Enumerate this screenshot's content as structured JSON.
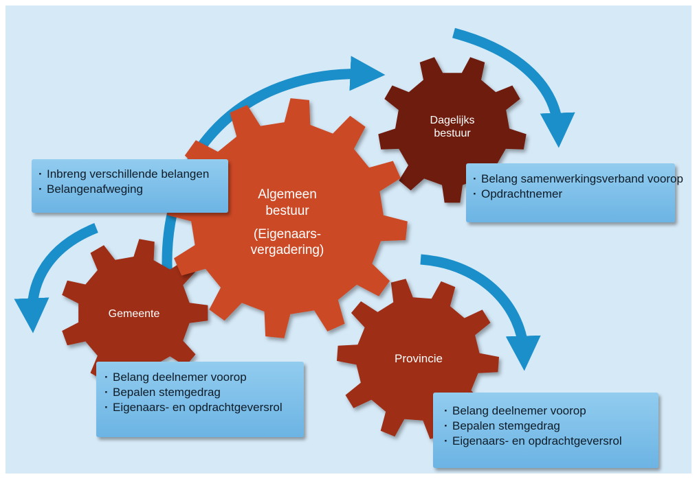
{
  "gears": [
    {
      "id": "algemeen",
      "lines": [
        "Algemeen",
        "bestuur",
        "(Eigenaars-",
        "vergadering)"
      ],
      "color": "#cc4a26"
    },
    {
      "id": "dagelijks",
      "lines": [
        "Dagelijks",
        "bestuur"
      ],
      "color": "#6e1a0c"
    },
    {
      "id": "gemeente",
      "lines": [
        "Gemeente"
      ],
      "color": "#9e2e17"
    },
    {
      "id": "provincie",
      "lines": [
        "Provincie"
      ],
      "color": "#9e2e17"
    }
  ],
  "boxes": {
    "algemeen": [
      "Inbreng verschillende belangen",
      "Belangenafweging"
    ],
    "dagelijks": [
      "Belang samenwerkingsverband voorop",
      "Opdrachtnemer"
    ],
    "gemeente": [
      "Belang deelnemer voorop",
      "Bepalen stemgedrag",
      "Eigenaars- en opdrachtgeversrol"
    ],
    "provincie": [
      "Belang deelnemer voorop",
      "Bepalen stemgedrag",
      "Eigenaars- en opdrachtgeversrol"
    ]
  },
  "colors": {
    "background": "#d6e9f7",
    "arrow": "#1a8fc9",
    "box": "#7fc0ea"
  }
}
